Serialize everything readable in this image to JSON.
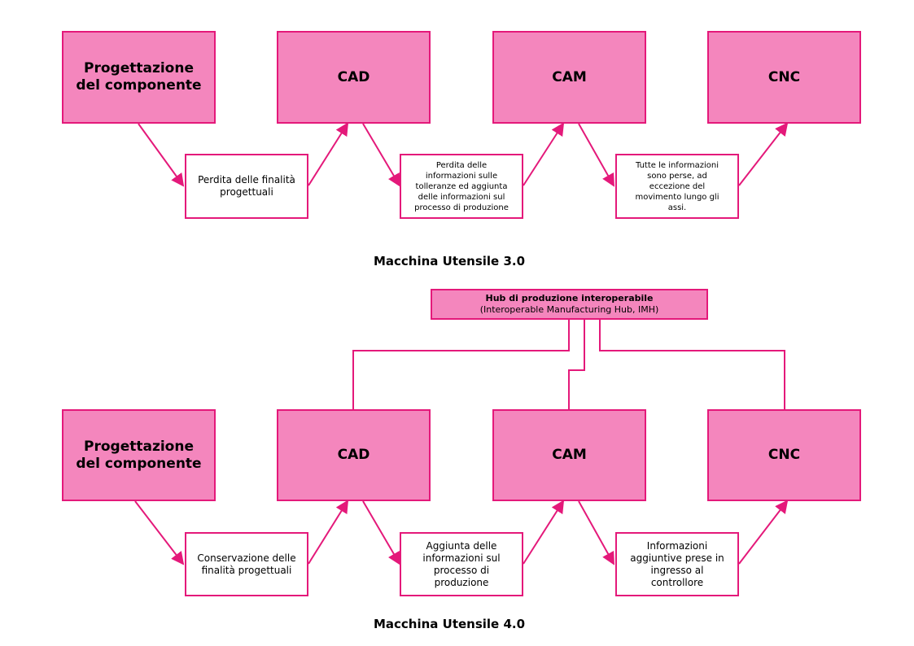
{
  "colors": {
    "box_fill": "#f486bd",
    "border": "#e4197a",
    "note_fill": "#ffffff"
  },
  "top": {
    "stages": [
      "Progettazione del componente",
      "CAD",
      "CAM",
      "CNC"
    ],
    "notes": [
      "Perdita delle finalità progettuali",
      "Perdita delle informazioni sulle tolleranze ed aggiunta delle informazioni sul processo di produzione",
      "Tutte le informazioni sono perse, ad eccezione del movimento lungo gli assi."
    ],
    "caption": "Macchina Utensile 3.0"
  },
  "hub": {
    "title": "Hub di produzione interoperabile",
    "subtitle": "(Interoperable Manufacturing Hub, IMH)"
  },
  "bottom": {
    "stages": [
      "Progettazione del componente",
      "CAD",
      "CAM",
      "CNC"
    ],
    "notes": [
      "Conservazione delle finalità progettuali",
      "Aggiunta delle informazioni sul processo di produzione",
      "Informazioni aggiuntive prese in ingresso al controllore"
    ],
    "caption": "Macchina Utensile 4.0"
  }
}
